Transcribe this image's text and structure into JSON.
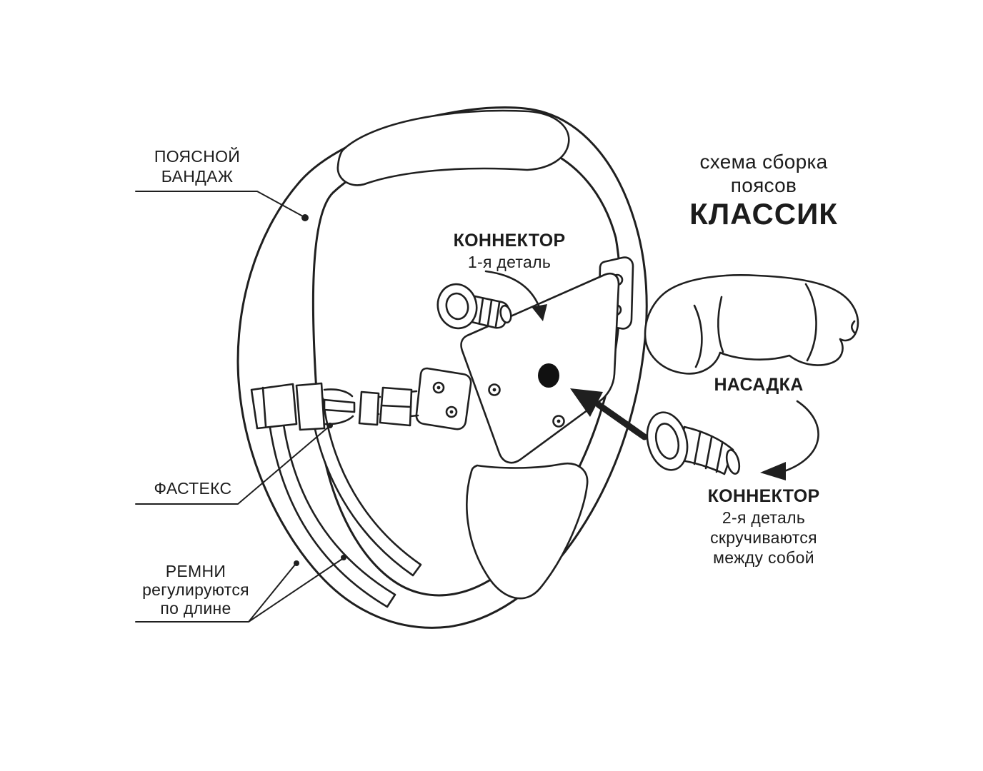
{
  "title": {
    "line1": "схема сборка",
    "line2": "поясов",
    "line3": "КЛАССИК"
  },
  "labels": {
    "waist_band": {
      "line1": "ПОЯСНОЙ",
      "line2": "БАНДАЖ"
    },
    "connector_1": {
      "name": "КОННЕКТОР",
      "detail": "1-я деталь"
    },
    "attachment": {
      "name": "НАСАДКА"
    },
    "connector_2": {
      "name": "КОННЕКТОР",
      "detail": "2-я деталь",
      "note1": "скручиваются",
      "note2": "между собой"
    },
    "fastex": {
      "name": "ФАСТЕКС"
    },
    "straps": {
      "line1": "РЕМНИ",
      "line2": "регулируются",
      "line3": "по длине"
    }
  },
  "colors": {
    "ink": "#1f1f1f",
    "background": "#ffffff",
    "hole": "#111111"
  }
}
